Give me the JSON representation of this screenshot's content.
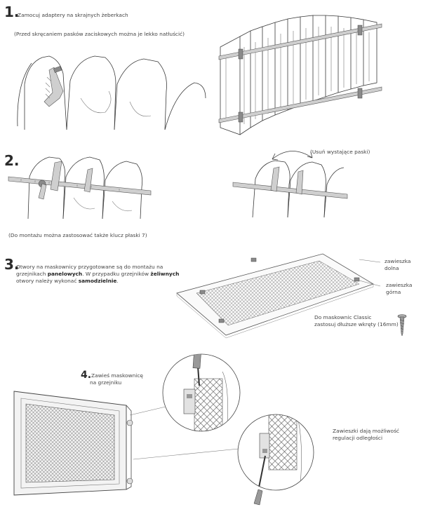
{
  "step1": {
    "number": "1.",
    "title": "Zamocuj adaptery na skrajnych żeberkach",
    "note": "(Przed skręcaniem pasków zaciskowych można je lekko natłuścić)"
  },
  "step2": {
    "number": "2.",
    "note_remove": "(Usuń wystające paski)",
    "note_wrench": "(Do montażu  można zastosować także klucz płaski 7)"
  },
  "step3": {
    "number": "3.",
    "text_a": "Otwory na maskownicy przygotowane są do montażu na",
    "text_b_pre": "grzejnikach ",
    "text_b_bold": "panelowych",
    "text_b_post": ". W przypadku grzejników ",
    "text_b_bold2": "żeliwnych",
    "text_c_pre": "otwory należy wykonać ",
    "text_c_bold": "samodzielnie",
    "text_c_post": ".",
    "label_bottom_1": "zawieszka",
    "label_bottom_2": "dolna",
    "label_top_1": "zawieszka",
    "label_top_2": "górna",
    "classic_1": "Do maskownic Classic",
    "classic_2": "zastosuj dłuższe wkręty (16mm)"
  },
  "step4": {
    "number": "4.",
    "text_1": "Zawieś maskownicę",
    "text_2": "na grzejniku",
    "note_1": "Zawieszki dają możliwość",
    "note_2": "regulacji odległości"
  }
}
